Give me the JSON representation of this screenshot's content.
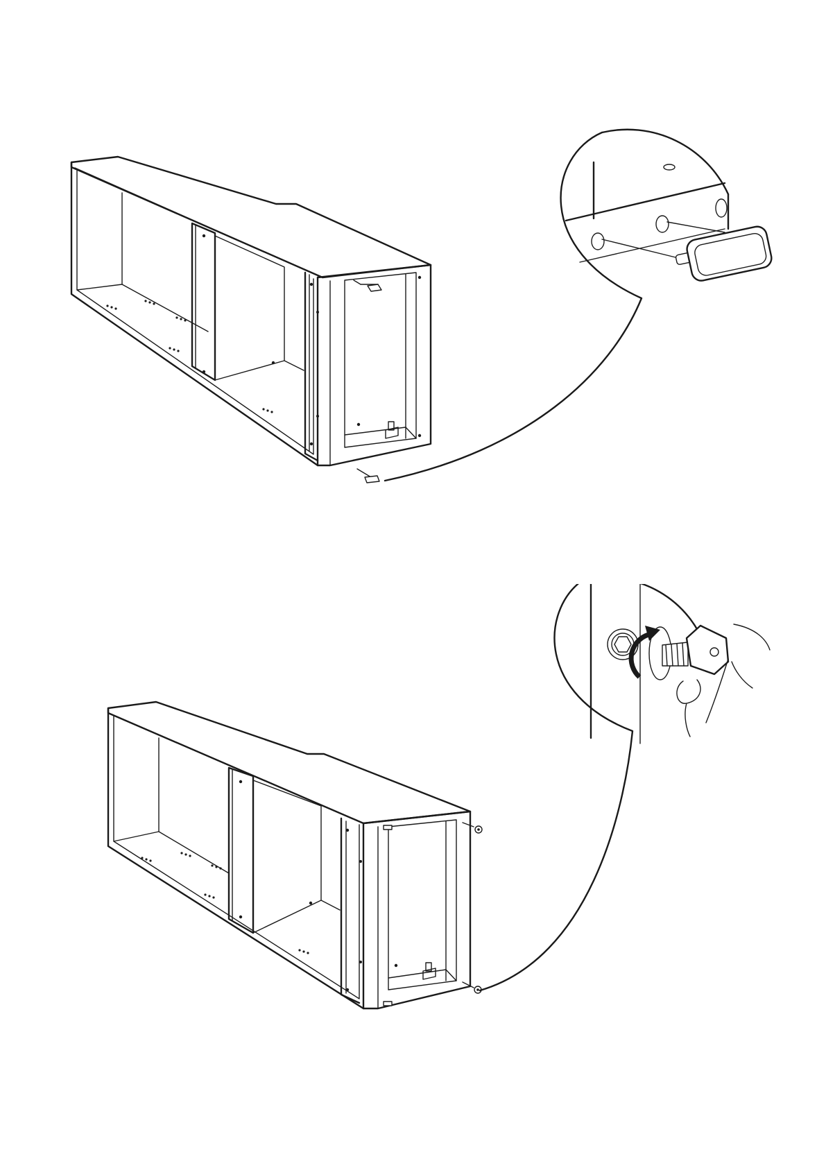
{
  "steps": [
    {
      "id": "step-1",
      "action": "insert-dowels"
    },
    {
      "id": "step-2",
      "action": "tighten-screws"
    }
  ],
  "icons": {
    "dowel": "dowel-icon",
    "screw": "screw-icon",
    "rotate-arrow": "rotate-arrow-icon",
    "hand": "hand-icon"
  }
}
